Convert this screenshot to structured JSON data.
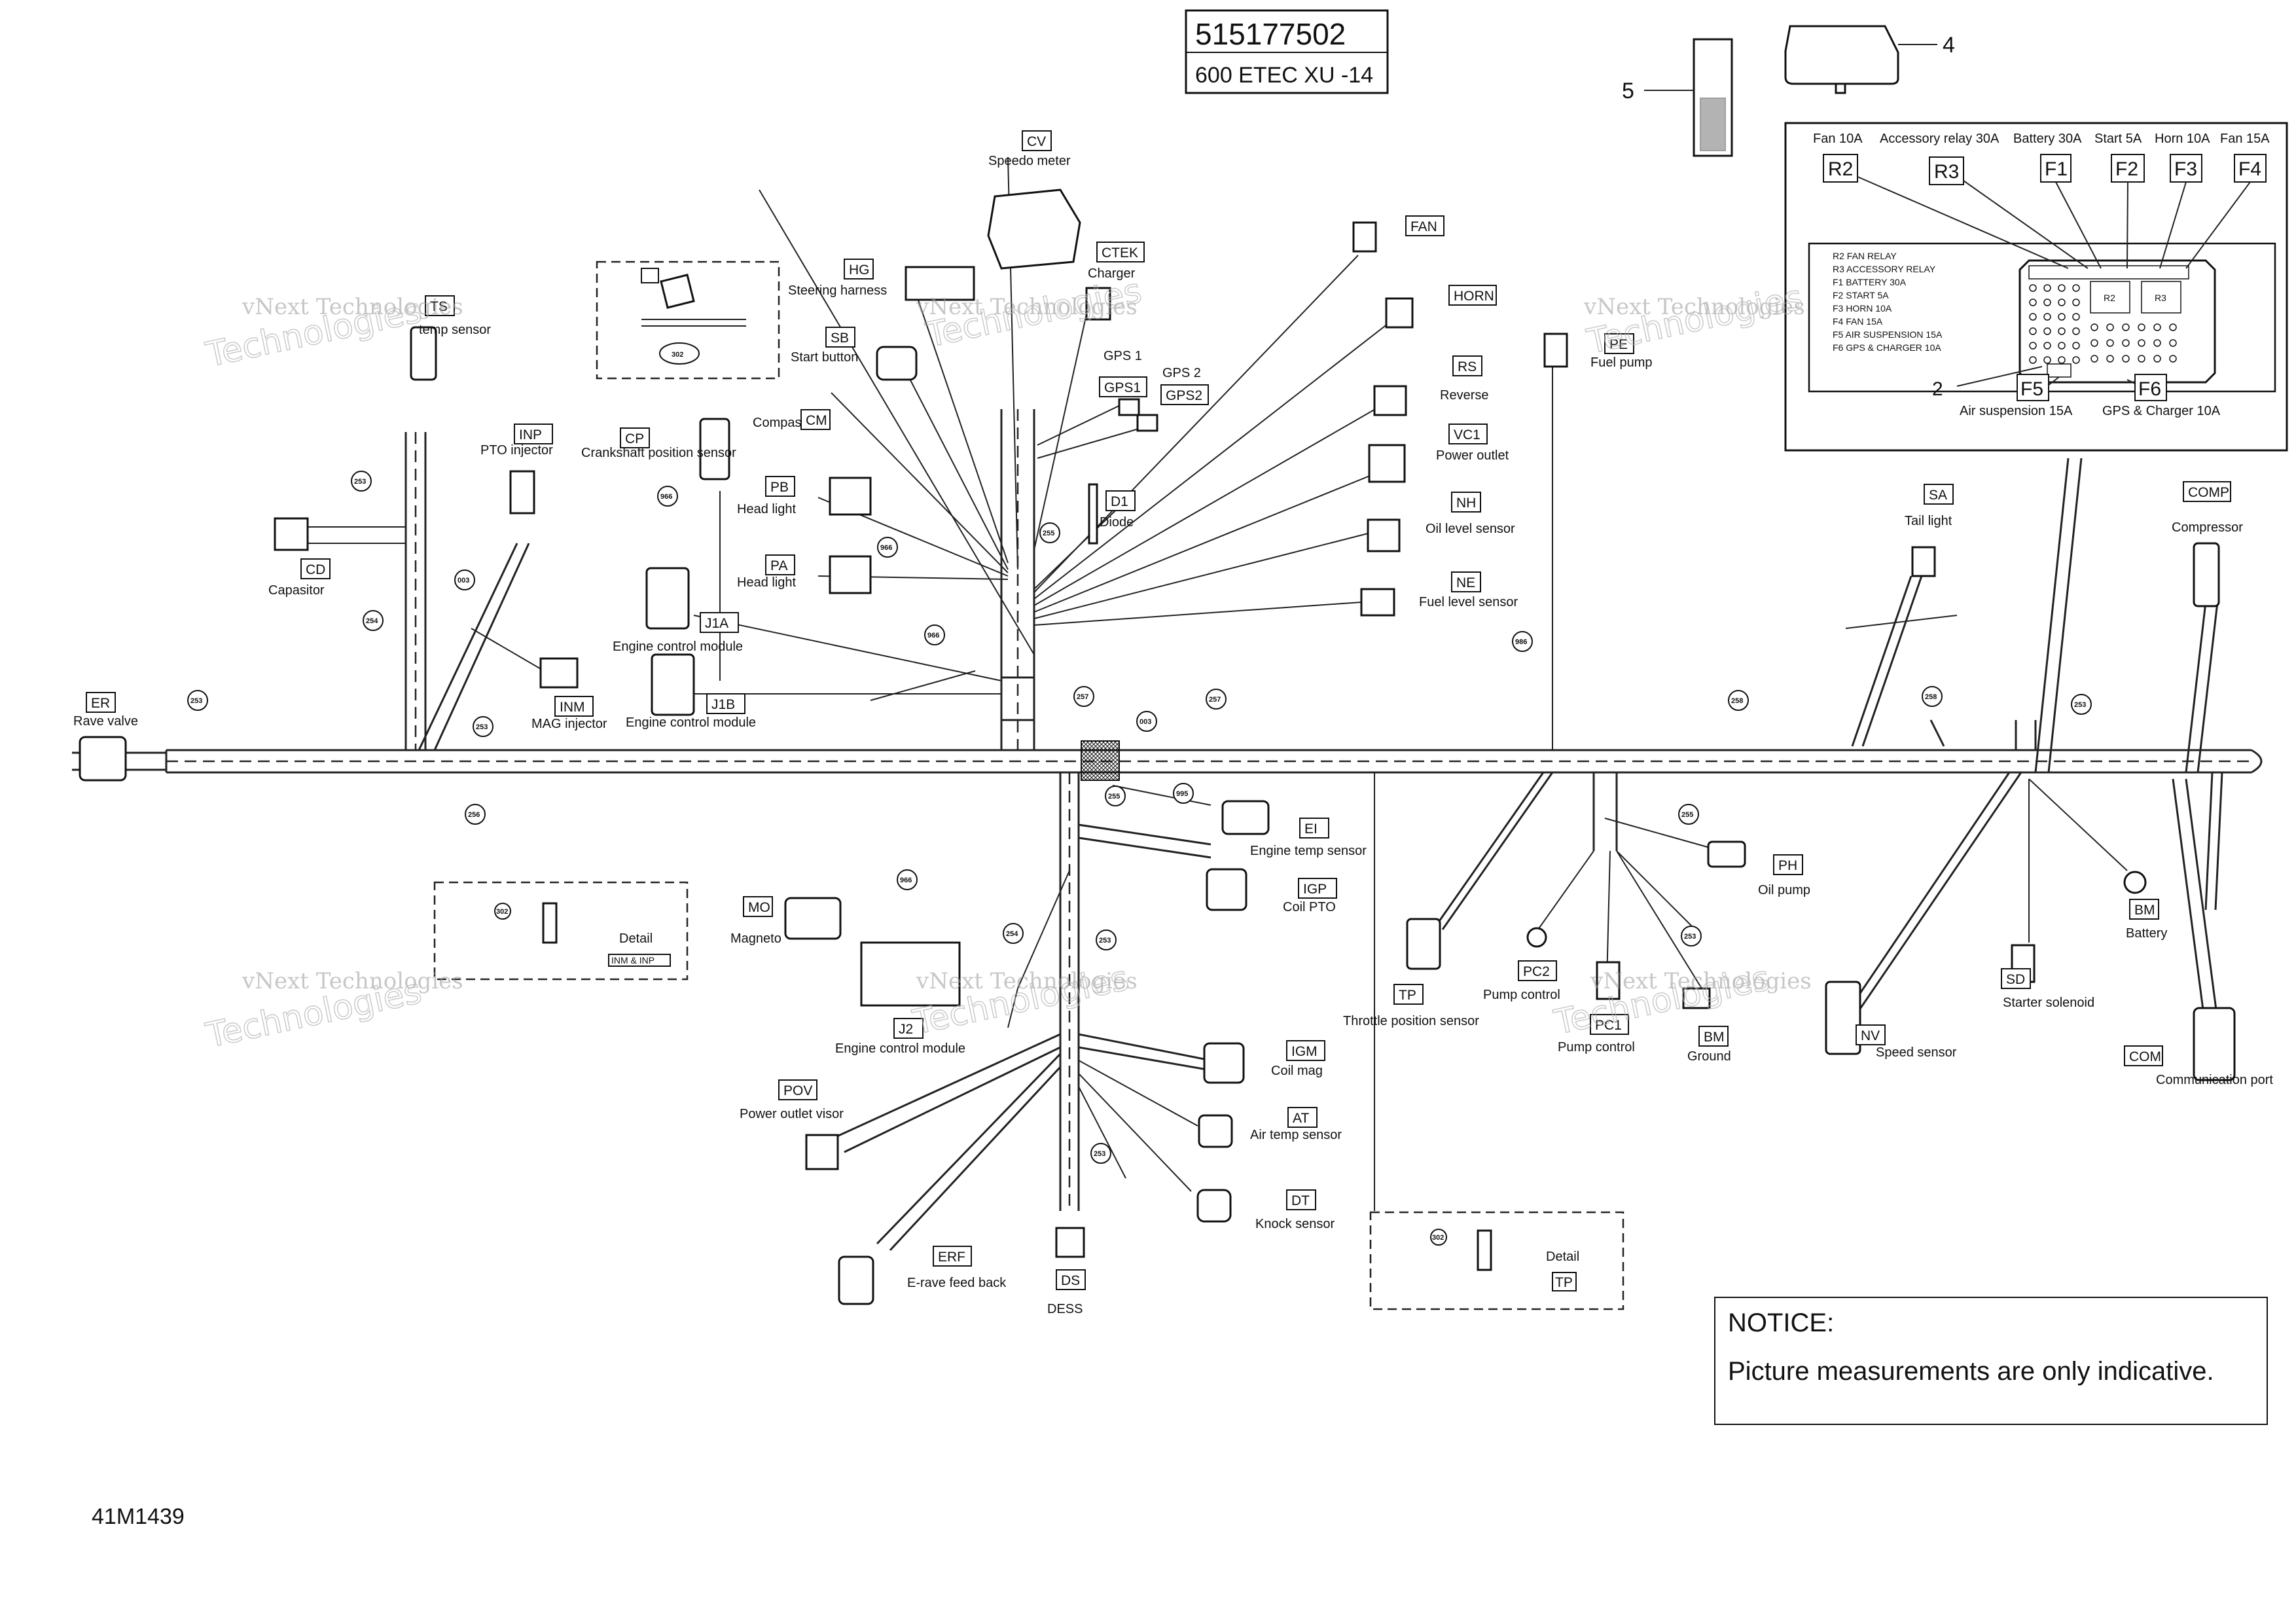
{
  "header": {
    "part_number": "515177502",
    "model": "600 ETEC XU -14"
  },
  "figure_code": "41M1439",
  "notice": {
    "title": "NOTICE:",
    "text": "Picture measurements are only indicative."
  },
  "callouts": {
    "fuse_box_cover": "4",
    "fuse_box_conn": "5",
    "fuse_block": "2"
  },
  "fuse_panel": {
    "top_labels": [
      "Fan 10A",
      "Accessory relay 30A",
      "Battery 30A",
      "Start 5A",
      "Horn 10A",
      "Fan 15A"
    ],
    "codes_top": [
      "R2",
      "R3",
      "F1",
      "F2",
      "F3",
      "F4"
    ],
    "legend": [
      "R2 FAN RELAY",
      "R3 ACCESSORY RELAY",
      "F1 BATTERY 30A",
      "F2 START 5A",
      "F3 HORN 10A",
      "F4 FAN 15A",
      "F5 AIR SUSPENSION 15A",
      "F6 GPS & CHARGER 10A"
    ],
    "block_relay_labels": [
      "R2",
      "R3"
    ],
    "codes_bottom": [
      "F5",
      "F6"
    ],
    "bottom_labels": [
      "Air suspension 15A",
      "GPS & Charger 10A"
    ]
  },
  "components": [
    {
      "code": "CV",
      "name": "Speedo meter"
    },
    {
      "code": "CTEK",
      "name": "Charger"
    },
    {
      "code": "HG",
      "name": "Steering harness"
    },
    {
      "code": "SB",
      "name": "Start button"
    },
    {
      "code": "TS",
      "name": "temp sensor"
    },
    {
      "code": "CM",
      "name": "Compas"
    },
    {
      "code": "CP",
      "name": "Crankshaft position sensor"
    },
    {
      "code": "INP",
      "name": "PTO injector"
    },
    {
      "code": "PB",
      "name": "Head light"
    },
    {
      "code": "PA",
      "name": "Head light"
    },
    {
      "code": "CD",
      "name": "Capasitor"
    },
    {
      "code": "J1A",
      "name": "Engine control module"
    },
    {
      "code": "J1B",
      "name": "Engine control module"
    },
    {
      "code": "INM",
      "name": "MAG injector"
    },
    {
      "code": "ER",
      "name": "Rave valve"
    },
    {
      "code": "GPS1",
      "name": "GPS 1"
    },
    {
      "code": "GPS2",
      "name": "GPS 2"
    },
    {
      "code": "D1",
      "name": "Diode"
    },
    {
      "code": "FAN",
      "name": ""
    },
    {
      "code": "HORN",
      "name": ""
    },
    {
      "code": "RS",
      "name": "Reverse"
    },
    {
      "code": "VC1",
      "name": "Power outlet"
    },
    {
      "code": "NH",
      "name": "Oil level sensor"
    },
    {
      "code": "NE",
      "name": "Fuel level sensor"
    },
    {
      "code": "PE",
      "name": "Fuel pump"
    },
    {
      "code": "SA",
      "name": "Tail light"
    },
    {
      "code": "COMP",
      "name": "Compressor"
    },
    {
      "code": "EI",
      "name": "Engine temp sensor"
    },
    {
      "code": "IGP",
      "name": "Coil PTO"
    },
    {
      "code": "MO",
      "name": "Magneto"
    },
    {
      "code": "J2",
      "name": "Engine control module"
    },
    {
      "code": "IGM",
      "name": "Coil mag"
    },
    {
      "code": "AT",
      "name": "Air temp sensor"
    },
    {
      "code": "DT",
      "name": "Knock sensor"
    },
    {
      "code": "POV",
      "name": "Power outlet visor"
    },
    {
      "code": "ERF",
      "name": "E-rave feed back"
    },
    {
      "code": "DS",
      "name": "DESS"
    },
    {
      "code": "TP",
      "name": "Throttle position sensor"
    },
    {
      "code": "PC2",
      "name": "Pump control"
    },
    {
      "code": "PC1",
      "name": "Pump control"
    },
    {
      "code": "BM",
      "name": "Ground"
    },
    {
      "code": "PH",
      "name": "Oil pump"
    },
    {
      "code": "NV",
      "name": "Speed sensor"
    },
    {
      "code": "SD",
      "name": "Starter solenoid"
    },
    {
      "code": "BM",
      "name": "Battery"
    },
    {
      "code": "COM",
      "name": "Communication port"
    }
  ],
  "details": {
    "detail_label": "Detail",
    "detail_tp_code": "TP",
    "part_302": "302",
    "detail_inj_tag": "INM & INP"
  },
  "harness_refs": {
    "r253": "253",
    "r254": "254",
    "r255": "255",
    "r256": "256",
    "r257": "257",
    "r258": "258",
    "r003": "003",
    "r966": "966",
    "r995": "995",
    "r986": "986"
  },
  "watermark": {
    "line1": "vNext Technologies",
    "line2": "Technologies"
  }
}
